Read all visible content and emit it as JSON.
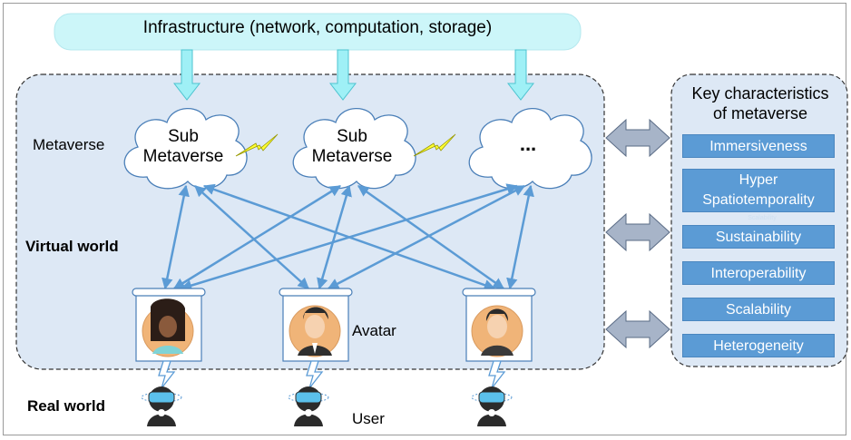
{
  "infrastructure": {
    "label": "Infrastructure (network, computation, storage)"
  },
  "metaverse": {
    "label": "Metaverse",
    "clouds": [
      {
        "line1": "Sub",
        "line2": "Metaverse"
      },
      {
        "line1": "Sub",
        "line2": "Metaverse"
      },
      {
        "line1": "...",
        "line2": ""
      }
    ]
  },
  "virtual_world": {
    "label": "Virtual world"
  },
  "avatar": {
    "label": "Avatar"
  },
  "real_world": {
    "label": "Real world"
  },
  "user": {
    "label": "User"
  },
  "key_characteristics": {
    "title_line1": "Key characteristics",
    "title_line2": "of metaverse",
    "items": [
      "Immersiveness",
      "Hyper Spatiotemporality",
      "Sustainability",
      "Interoperability",
      "Scalability",
      "Heterogeneity"
    ],
    "faint_text": "Scalability"
  },
  "colors": {
    "panel_fill": "#dde8f5",
    "infra_fill": "#ccf6f9",
    "arrow": "#5b9bd5",
    "down_arrow": "#9ff0f6",
    "item_fill": "#5b9bd5",
    "lightning": "#ffff33"
  }
}
